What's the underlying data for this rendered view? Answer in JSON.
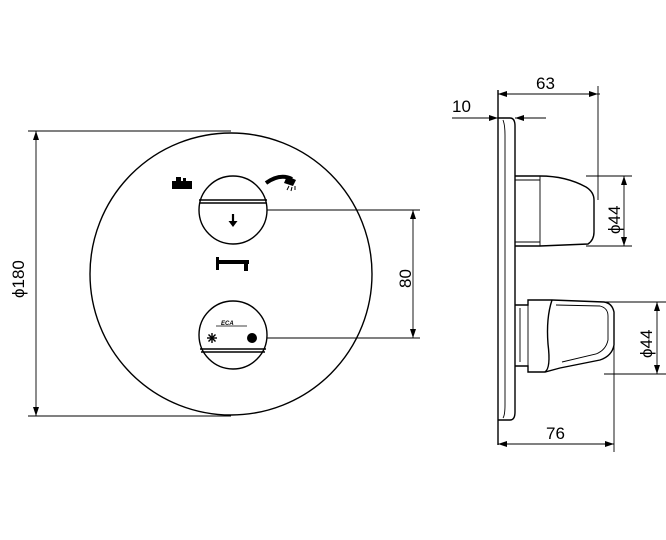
{
  "drawing": {
    "front_view": {
      "diameter_label": "ϕ180",
      "spacing_label": "80",
      "logo_text": "ECA"
    },
    "side_view": {
      "overall_depth_label": "63",
      "plate_thickness_label": "10",
      "upper_knob_diameter_label": "ϕ44",
      "lower_knob_diameter_label": "ϕ44",
      "lower_depth_label": "76"
    }
  }
}
